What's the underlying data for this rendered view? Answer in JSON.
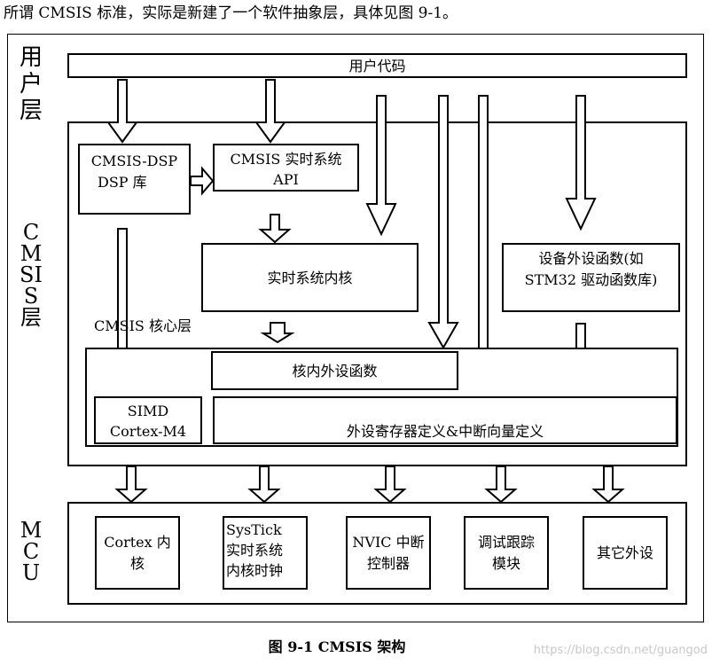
{
  "intro_text": "所谓 CMSIS 标准，实际是新建了一个软件抽象层，具体见图 9-1。",
  "layers": {
    "user": "用户层",
    "cmsis": "CMSIS层",
    "mcu": "MCU"
  },
  "user_code": "用户代码",
  "cmsis_dsp": {
    "line1": "CMSIS-DSP",
    "line2": "DSP 库"
  },
  "cmsis_rtos": {
    "line1": "CMSIS 实时系统",
    "line2": "API"
  },
  "rtos_kernel": "实时系统内核",
  "device_functions": {
    "line1": "设备外设函数(如",
    "line2": "STM32 驱动函数库)"
  },
  "cmsis_core_label": "CMSIS 核心层",
  "core_peripheral_functions": "核内外设函数",
  "simd": {
    "line1": "SIMD",
    "line2": "Cortex-M4"
  },
  "peripheral_registers": "外设寄存器定义&中断向量定义",
  "mcu_blocks": [
    {
      "line1": "Cortex 内",
      "line2": "核",
      "line3": ""
    },
    {
      "line1": "SysTick",
      "line2": "实时系统",
      "line3": "内核时钟"
    },
    {
      "line1": "NVIC 中断",
      "line2": "控制器",
      "line3": ""
    },
    {
      "line1": "调试跟踪",
      "line2": "模块",
      "line3": ""
    },
    {
      "line1": "其它外设",
      "line2": "",
      "line3": ""
    }
  ],
  "caption": "图 9-1 CMSIS 架构",
  "watermark": "https://blog.csdn.net/guangod"
}
